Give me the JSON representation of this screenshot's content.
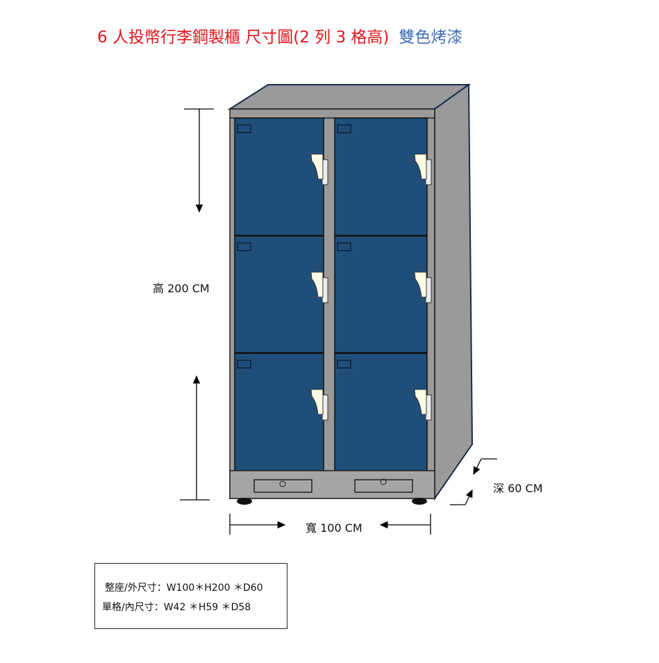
{
  "title": {
    "main": "6 人投幣行李鋼製櫃  尺寸圖(2 列 3 格高)",
    "sub": "雙色烤漆"
  },
  "dimensions": {
    "height": "高 200 CM",
    "width": "寬 100 CM",
    "depth": "深 60 CM"
  },
  "specs": [
    "整座/外尺寸：W100＊H200 ＊D60",
    "單格/內尺寸：W42 ＊H59 ＊D58"
  ],
  "colors": {
    "title": "#e3141b",
    "subtitle": "#3f6fb9",
    "door": "#1f4e79",
    "frame": "#9a9a9a"
  }
}
